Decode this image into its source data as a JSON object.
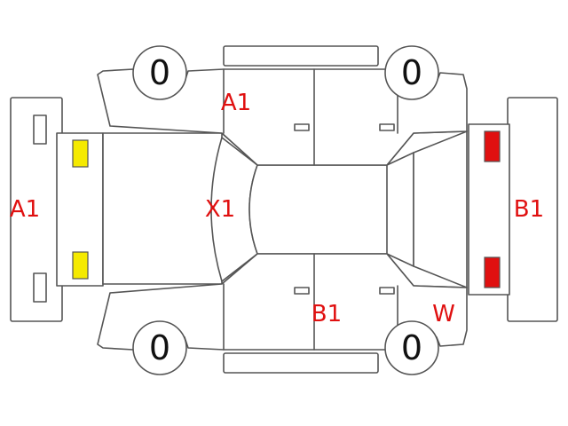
{
  "colors": {
    "line": "#555555",
    "damage_text": "#e01010",
    "yellow_lamp": "#f5ea00",
    "red_lamp": "#e01010"
  },
  "tires": {
    "front_left": "0",
    "rear_left": "0",
    "front_right": "0",
    "rear_right": "0"
  },
  "damage_marks": {
    "top_side": "A1",
    "front": "A1",
    "roof": "X1",
    "rear": "B1",
    "bottom_side": "B1",
    "bottom_rear": "W"
  }
}
